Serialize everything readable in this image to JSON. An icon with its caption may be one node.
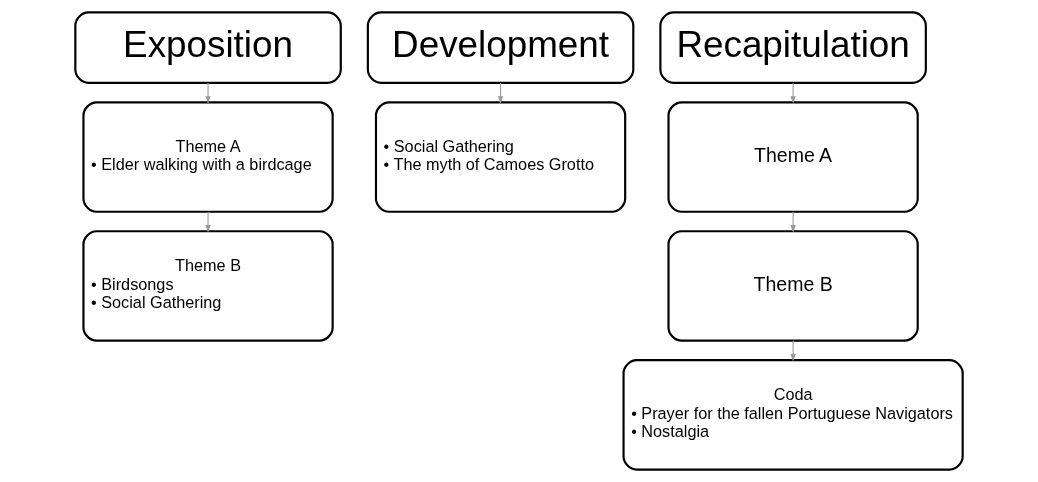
{
  "diagram": {
    "nodes": [
      {
        "text": [
          "Exposition"
        ]
      },
      {
        "text": [
          "Theme A",
          "• Elder walking with a birdcage"
        ]
      },
      {
        "text": [
          "Theme B",
          "• Birdsongs",
          "• Social Gathering"
        ]
      },
      {
        "text": [
          "Development"
        ]
      },
      {
        "text": [
          "• Social Gathering",
          "• The myth of Camoes Grotto"
        ]
      },
      {
        "text": [
          "Recapitulation"
        ]
      },
      {
        "text": [
          "Theme A"
        ]
      },
      {
        "text": [
          "Theme B"
        ]
      },
      {
        "text": [
          "Coda",
          "• Prayer for the fallen Portuguese Navigators",
          "• Nostalgia"
        ]
      }
    ],
    "edges": [
      {
        "from": 0,
        "to": 1,
        "arrow": "to"
      },
      {
        "from": 1,
        "to": 2,
        "arrow": "to"
      },
      {
        "from": 3,
        "to": 4,
        "arrow": "to"
      },
      {
        "from": 5,
        "to": 6,
        "arrow": "to"
      },
      {
        "from": 6,
        "to": 7,
        "arrow": "to"
      },
      {
        "from": 7,
        "to": 8,
        "arrow": "to"
      }
    ]
  }
}
